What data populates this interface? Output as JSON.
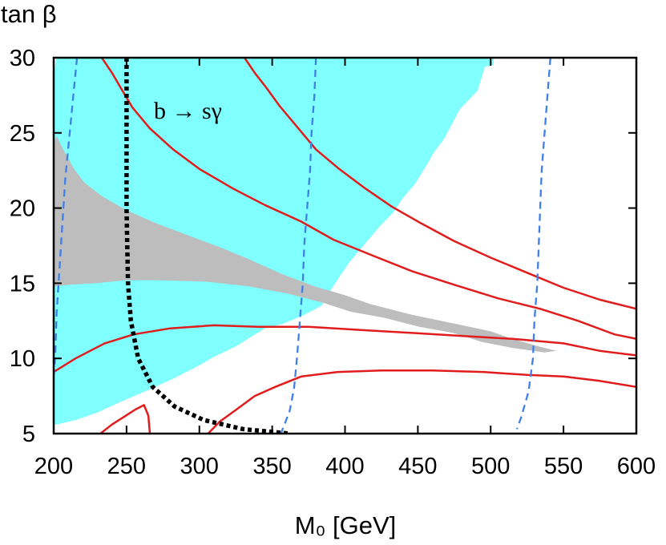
{
  "chart_data": {
    "type": "line",
    "xlabel": "M₀ [GeV]",
    "ylabel": "tan β",
    "xlim": [
      200,
      600
    ],
    "ylim": [
      5,
      30
    ],
    "xticks": [
      "200",
      "250",
      "300",
      "350",
      "400",
      "450",
      "500",
      "550",
      "600"
    ],
    "yticks": [
      "5",
      "10",
      "15",
      "20",
      "25",
      "30"
    ],
    "annotation": "b → sγ",
    "colors": {
      "cyan_region": "#80ffff",
      "gray_band": "#bdbdbd",
      "red_contour": "#e11c1c",
      "blue_dashed": "#3f7fea",
      "black_dotted": "#000000"
    },
    "regions": [
      {
        "style": "cyan",
        "polygon": [
          [
            200,
            29
          ],
          [
            202,
            30
          ],
          [
            502,
            30
          ],
          [
            502,
            29.5
          ],
          [
            496,
            29.4
          ],
          [
            491,
            27.8
          ],
          [
            483,
            27
          ],
          [
            479,
            26.6
          ],
          [
            474,
            25.7
          ],
          [
            468,
            24.6
          ],
          [
            461,
            23.7
          ],
          [
            455,
            22.7
          ],
          [
            448,
            21.6
          ],
          [
            440,
            20.7
          ],
          [
            433,
            19.7
          ],
          [
            424,
            18.8
          ],
          [
            417,
            18
          ],
          [
            410,
            17.2
          ],
          [
            403,
            16.4
          ],
          [
            396,
            15.4
          ],
          [
            390,
            14.5
          ],
          [
            384,
            13.5
          ],
          [
            370,
            12.8
          ],
          [
            357,
            12.3
          ],
          [
            345,
            12
          ],
          [
            335,
            11.4
          ],
          [
            325,
            10.8
          ],
          [
            310,
            10.1
          ],
          [
            301,
            9.6
          ],
          [
            283,
            8.7
          ],
          [
            265,
            7.9
          ],
          [
            248,
            7.2
          ],
          [
            230,
            6.4
          ],
          [
            215,
            5.9
          ],
          [
            202,
            5.6
          ],
          [
            200,
            5.6
          ]
        ]
      },
      {
        "style": "gray",
        "polygon": [
          [
            202,
            24.8
          ],
          [
            206,
            24
          ],
          [
            214,
            22.6
          ],
          [
            221,
            21.7
          ],
          [
            233,
            20.8
          ],
          [
            249,
            19.9
          ],
          [
            270,
            19
          ],
          [
            292,
            18.2
          ],
          [
            314,
            17.4
          ],
          [
            334,
            16.6
          ],
          [
            357,
            15.6
          ],
          [
            379,
            14.8
          ],
          [
            400,
            14.2
          ],
          [
            418,
            13.6
          ],
          [
            446,
            12.9
          ],
          [
            476,
            12.3
          ],
          [
            500,
            11.8
          ],
          [
            515,
            11.3
          ],
          [
            533,
            10.8
          ],
          [
            545,
            10.5
          ],
          [
            537,
            10.4
          ],
          [
            515,
            10.7
          ],
          [
            494,
            11.1
          ],
          [
            474,
            11.7
          ],
          [
            451,
            12.1
          ],
          [
            427,
            12.7
          ],
          [
            404,
            13.1
          ],
          [
            385,
            13.7
          ],
          [
            361,
            14.3
          ],
          [
            334,
            14.8
          ],
          [
            305,
            15.1
          ],
          [
            272,
            15.2
          ],
          [
            249,
            15.2
          ],
          [
            229,
            15
          ],
          [
            211,
            14.9
          ],
          [
            200,
            14.8
          ],
          [
            200,
            24.4
          ]
        ]
      }
    ],
    "series": [
      {
        "style": "red",
        "points": [
          [
            233,
            30
          ],
          [
            240,
            29
          ],
          [
            246,
            28
          ],
          [
            254,
            26.7
          ],
          [
            266,
            25.3
          ],
          [
            282,
            23.9
          ],
          [
            300,
            22.6
          ],
          [
            323,
            21.3
          ],
          [
            345,
            20.2
          ],
          [
            370,
            19.1
          ],
          [
            392,
            17.9
          ],
          [
            420,
            16.8
          ],
          [
            446,
            15.8
          ],
          [
            475,
            14.9
          ],
          [
            505,
            14
          ],
          [
            534,
            13.3
          ],
          [
            560,
            12.5
          ],
          [
            585,
            11.6
          ],
          [
            600,
            11.3
          ]
        ]
      },
      {
        "style": "red",
        "points": [
          [
            331,
            30
          ],
          [
            338,
            29
          ],
          [
            346,
            28
          ],
          [
            355,
            26.8
          ],
          [
            368,
            25.3
          ],
          [
            380,
            23.9
          ],
          [
            396,
            22.6
          ],
          [
            414,
            21.3
          ],
          [
            432,
            20.1
          ],
          [
            452,
            19
          ],
          [
            475,
            17.8
          ],
          [
            500,
            16.7
          ],
          [
            525,
            15.7
          ],
          [
            550,
            14.7
          ],
          [
            575,
            13.9
          ],
          [
            600,
            13.3
          ]
        ]
      },
      {
        "style": "red",
        "points": [
          [
            200,
            9.1
          ],
          [
            215,
            10
          ],
          [
            235,
            11
          ],
          [
            255,
            11.6
          ],
          [
            280,
            12
          ],
          [
            310,
            12.2
          ],
          [
            340,
            12.1
          ],
          [
            375,
            12.1
          ],
          [
            410,
            11.9
          ],
          [
            445,
            11.7
          ],
          [
            480,
            11.5
          ],
          [
            515,
            11.3
          ],
          [
            550,
            11
          ],
          [
            575,
            10.5
          ],
          [
            600,
            10.2
          ]
        ]
      },
      {
        "style": "red",
        "points": [
          [
            306,
            5
          ],
          [
            314,
            5.8
          ],
          [
            324,
            6.5
          ],
          [
            338,
            7.5
          ],
          [
            352,
            8.1
          ],
          [
            370,
            8.8
          ],
          [
            395,
            9.1
          ],
          [
            425,
            9.2
          ],
          [
            460,
            9.2
          ],
          [
            495,
            9.1
          ],
          [
            525,
            8.9
          ],
          [
            550,
            8.8
          ],
          [
            575,
            8.5
          ],
          [
            600,
            8.1
          ]
        ]
      },
      {
        "style": "red",
        "points": [
          [
            232,
            5
          ],
          [
            240,
            5.6
          ],
          [
            248,
            6.1
          ],
          [
            256,
            6.6
          ],
          [
            262,
            6.9
          ],
          [
            265,
            6.2
          ],
          [
            266,
            5
          ]
        ]
      },
      {
        "style": "blue",
        "points": [
          [
            216,
            30
          ],
          [
            214,
            28
          ],
          [
            211,
            25
          ],
          [
            208,
            22
          ],
          [
            206,
            19
          ],
          [
            204,
            16
          ],
          [
            202,
            13
          ],
          [
            201,
            10
          ],
          [
            199,
            7.8
          ],
          [
            196,
            6
          ],
          [
            194,
            5
          ]
        ]
      },
      {
        "style": "blue",
        "points": [
          [
            380,
            30
          ],
          [
            379,
            27.5
          ],
          [
            377,
            25
          ],
          [
            376,
            22.5
          ],
          [
            374,
            20
          ],
          [
            372,
            17.5
          ],
          [
            371,
            15
          ],
          [
            369,
            12.5
          ],
          [
            367,
            10
          ],
          [
            365,
            8
          ],
          [
            362,
            6.5
          ],
          [
            356,
            5
          ]
        ]
      },
      {
        "style": "blue",
        "points": [
          [
            541,
            30
          ],
          [
            539,
            27.5
          ],
          [
            537,
            25
          ],
          [
            535,
            22.5
          ],
          [
            534,
            20
          ],
          [
            533,
            17.5
          ],
          [
            532,
            15
          ],
          [
            530,
            12.5
          ],
          [
            529,
            10
          ],
          [
            526,
            7.8
          ],
          [
            521,
            6.1
          ],
          [
            518,
            5.3
          ]
        ]
      },
      {
        "style": "black",
        "points": [
          [
            250,
            30
          ],
          [
            250,
            25
          ],
          [
            250,
            20
          ],
          [
            251,
            15
          ],
          [
            253,
            12.5
          ],
          [
            258,
            10
          ],
          [
            268,
            8.1
          ],
          [
            283,
            6.8
          ],
          [
            303,
            5.9
          ],
          [
            330,
            5.3
          ],
          [
            362,
            5
          ]
        ]
      }
    ]
  }
}
